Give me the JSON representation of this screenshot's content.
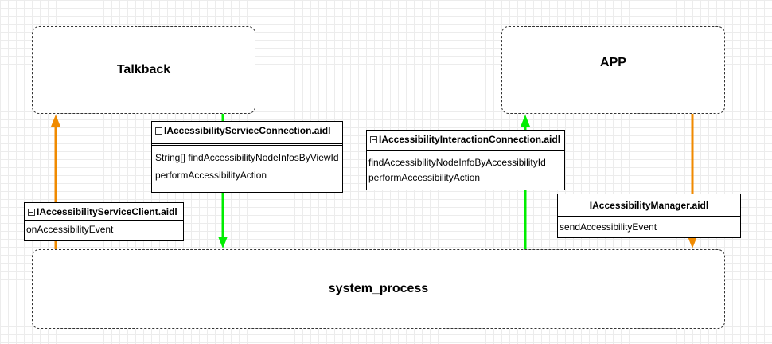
{
  "nodes": {
    "talkback": "Talkback",
    "app": "APP",
    "system_process": "system_process"
  },
  "classes": {
    "service_client": {
      "title": "IAccessibilityServiceClient.aidl",
      "methods": [
        "onAccessibilityEvent"
      ]
    },
    "service_connection": {
      "title": "IAccessibilityServiceConnection.aidl",
      "methods": [
        "String[] findAccessibilityNodeInfosByViewId",
        "performAccessibilityAction"
      ]
    },
    "interaction_connection": {
      "title": "IAccessibilityInteractionConnection.aidl",
      "methods": [
        "findAccessibilityNodeInfoByAccessibilityId",
        "performAccessibilityAction"
      ]
    },
    "manager": {
      "title": "IAccessibilityManager.aidl",
      "methods": [
        "sendAccessibilityEvent"
      ]
    }
  },
  "colors": {
    "orange_arrow": "#f08a00",
    "green_arrow": "#00ee00"
  }
}
